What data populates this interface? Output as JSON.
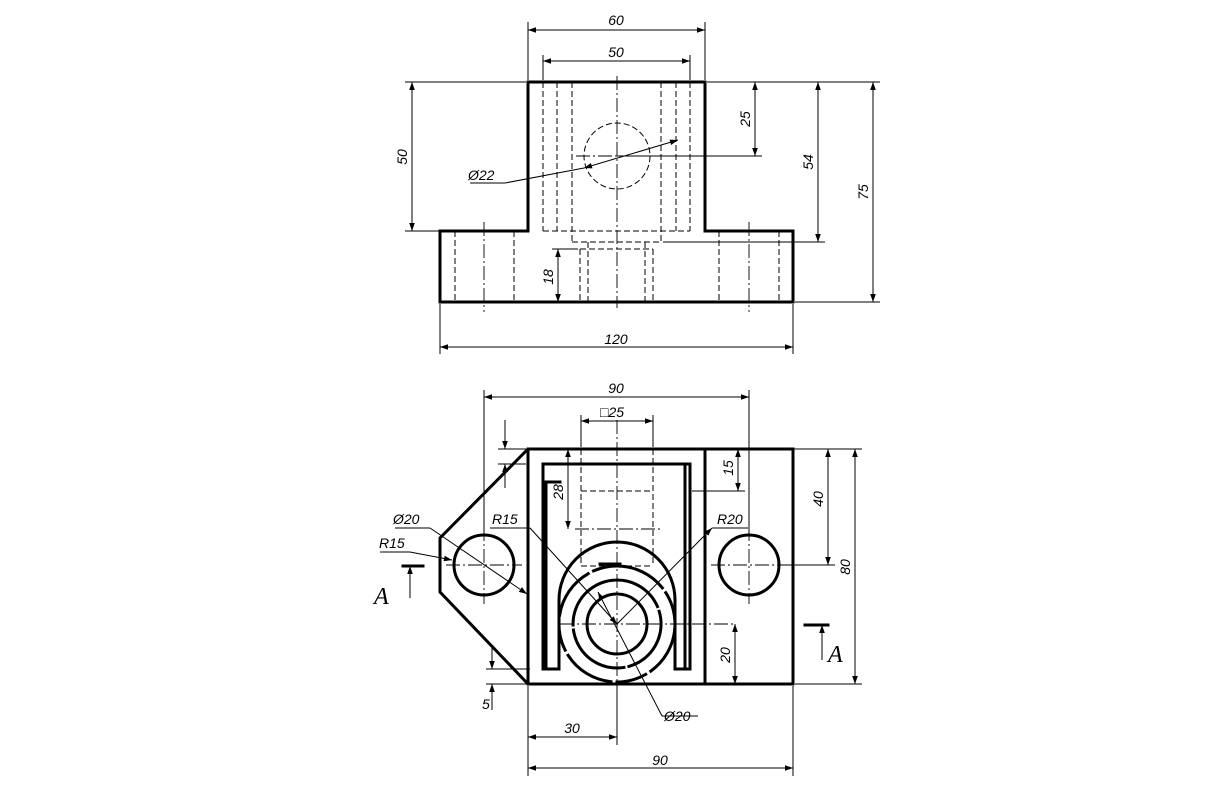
{
  "front_view": {
    "dims": {
      "width_top": "60",
      "width_bore": "50",
      "height_left": "50",
      "depth_hole": "25",
      "height_mid": "54",
      "height_total": "75",
      "hole_dia": "Ø22",
      "base_height": "18",
      "width_total": "120"
    }
  },
  "top_view": {
    "dims": {
      "width_top": "90",
      "square": "□25",
      "offset_small": "15",
      "slot_depth": "28",
      "height_40": "40",
      "height_80": "80",
      "radius_15_a": "R15",
      "radius_15_b": "R15",
      "radius_20": "R20",
      "hole_dia_left": "Ø20",
      "hole_dia_center": "Ø20",
      "height_20": "20",
      "offset_5": "5",
      "offset_30": "30",
      "width_bottom": "90"
    },
    "section_label_left": "A",
    "section_label_right": "A"
  }
}
